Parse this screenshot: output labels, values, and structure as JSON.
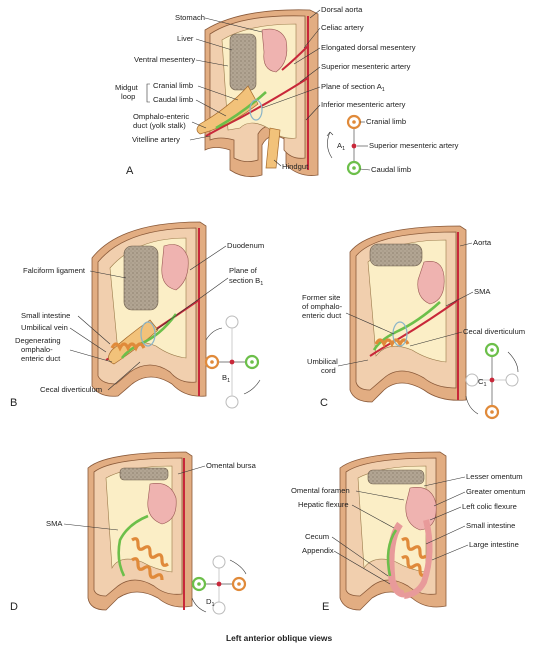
{
  "panel_a": {
    "letter": "A",
    "stomach": "Stomach",
    "liver": "Liver",
    "ventral_mesentery": "Ventral mesentery",
    "midgut": "Midgut",
    "loop": "loop",
    "cranial_limb": "Cranial limb",
    "caudal_limb": "Caudal limb",
    "omphalo_enteric": "Omphalo-enteric",
    "duct_yolk_stalk": "duct (yolk stalk)",
    "vitelline_artery": "Vitelline artery",
    "dorsal_aorta": "Dorsal aorta",
    "celiac_artery": "Celiac artery",
    "elongated_dorsal_mesentery": "Elongated dorsal mesentery",
    "superior_mesenteric_artery": "Superior mesenteric artery",
    "plane_of_section": "Plane of section A",
    "plane_sub": "1",
    "inferior_mesenteric_artery": "Inferior mesenteric artery",
    "hindgut": "Hindgut",
    "inset_label": "A",
    "inset_sub": "1",
    "inset_cranial": "Cranial limb",
    "inset_sma": "Superior mesenteric artery",
    "inset_caudal": "Caudal limb"
  },
  "panel_b": {
    "letter": "B",
    "duodenum": "Duodenum",
    "falciform": "Falciform ligament",
    "plane_of": "Plane of",
    "section": "section B",
    "section_sub": "1",
    "small_intestine": "Small intestine",
    "umbilical_vein": "Umbilical vein",
    "degenerating": "Degenerating",
    "omphalo_enteric": "omphalo-",
    "enteric_duct": "enteric duct",
    "cecal_diverticulum": "Cecal diverticulum",
    "inset_label": "B",
    "inset_sub": "1"
  },
  "panel_c": {
    "letter": "C",
    "aorta": "Aorta",
    "former_site": "Former site",
    "of_omphalo": "of omphalo-",
    "enteric_duct": "enteric duct",
    "sma": "SMA",
    "cecal_diverticulum": "Cecal diverticulum",
    "umbilical": "Umbilical",
    "cord": "cord",
    "inset_label": "C",
    "inset_sub": "1"
  },
  "panel_d": {
    "letter": "D",
    "omental_bursa": "Omental bursa",
    "sma": "SMA",
    "inset_label": "D",
    "inset_sub": "1"
  },
  "panel_e": {
    "letter": "E",
    "lesser_omentum": "Lesser omentum",
    "greater_omentum": "Greater omentum",
    "omental_foramen": "Omental foramen",
    "hepatic_flexure": "Hepatic flexure",
    "left_colic_flexure": "Left colic flexure",
    "small_intestine": "Small intestine",
    "cecum": "Cecum",
    "large_intestine": "Large intestine",
    "appendix": "Appendix"
  },
  "caption": "Left anterior oblique views",
  "colors": {
    "wall": "#f1cfae",
    "artery": "#c8283a",
    "green_limb": "#6cbf4a",
    "orange_limb": "#e08a3a",
    "gut": "#f2c27a"
  }
}
